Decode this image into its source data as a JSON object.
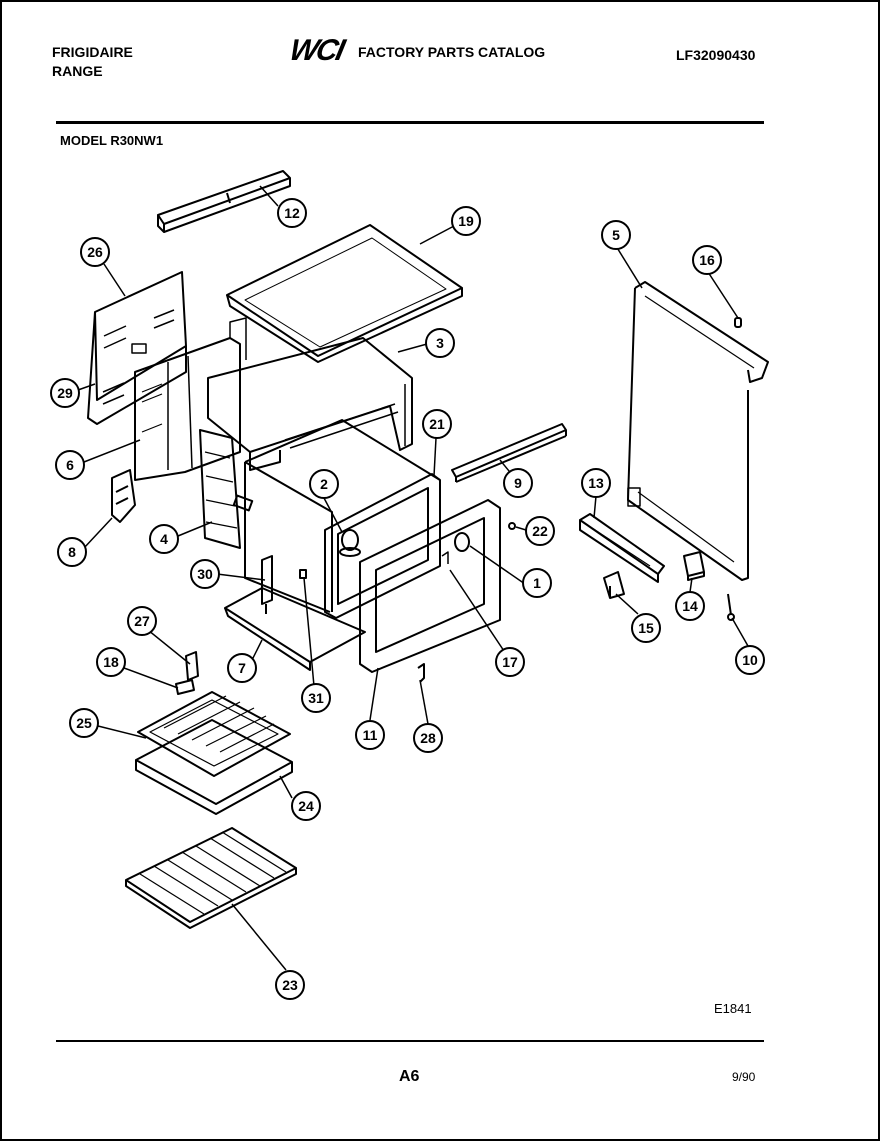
{
  "header": {
    "brand": "FRIGIDAIRE",
    "product": "RANGE",
    "logo": "WCI",
    "title": "FACTORY PARTS CATALOG",
    "catalog_number": "LF32090430",
    "model": "MODEL R30NW1"
  },
  "callouts": [
    "1",
    "2",
    "3",
    "4",
    "5",
    "6",
    "7",
    "8",
    "9",
    "10",
    "11",
    "12",
    "13",
    "14",
    "15",
    "16",
    "17",
    "18",
    "19",
    "21",
    "22",
    "23",
    "24",
    "25",
    "26",
    "27",
    "28",
    "29",
    "30",
    "31"
  ],
  "footer": {
    "drawing_id": "E1841",
    "page": "A6",
    "date": "9/90"
  }
}
